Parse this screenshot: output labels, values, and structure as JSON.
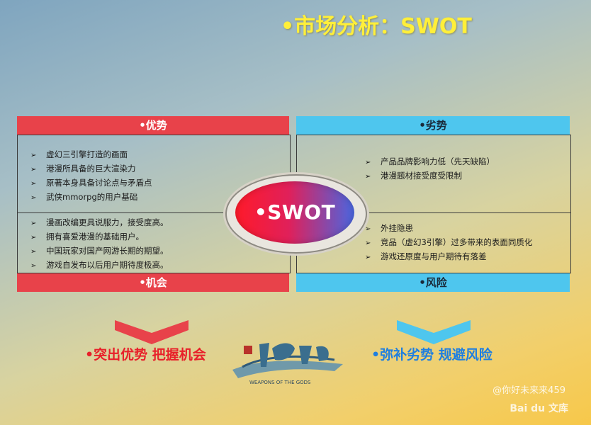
{
  "title": "•市场分析：SWOT",
  "center_label": "•SWOT",
  "strengths": {
    "header": "•优势",
    "items": [
      "虚幻三引擎打造的画面",
      "港漫所具备的巨大渲染力",
      "原著本身具备讨论点与矛盾点",
      "武侠mmorpg的用户基础"
    ]
  },
  "weaknesses": {
    "header": "•劣势",
    "items": [
      "产品品牌影响力低（先天缺陷）",
      "港漫题材接受度受限制"
    ]
  },
  "opportunities": {
    "header": "•机会",
    "items": [
      "漫画改编更具说服力，接受度高。",
      "拥有喜爱港漫的基础用户。",
      "中国玩家对国产网游长期的期望。",
      "游戏自发布以后用户期待度极高。"
    ]
  },
  "threats": {
    "header": "•风险",
    "items": [
      "外挂隐患",
      "竞品（虚幻3引擎）过多带来的表面同质化",
      "游戏还原度与用户期待有落差"
    ]
  },
  "bottom": {
    "left_text": "•突出优势 把握机会",
    "right_text": "•弥补劣势 规避风险"
  },
  "logo_text": "WEAPONS OF THE GODS",
  "watermark": "@你好未来来459",
  "brand": "Bai du 文库",
  "colors": {
    "red": "#e8424a",
    "blue": "#4ec6ee",
    "title": "#ffef3a"
  }
}
